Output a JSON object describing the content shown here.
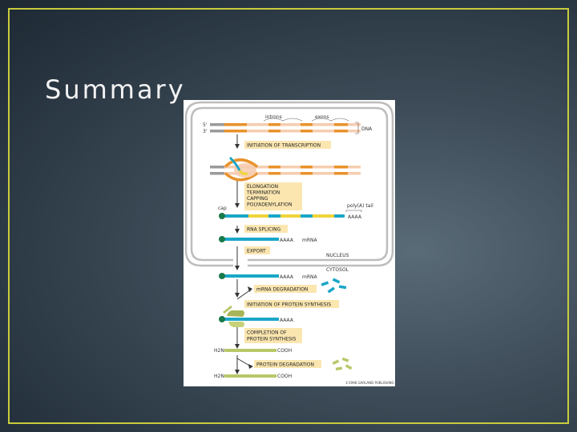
{
  "slide": {
    "title": "Summary",
    "accent_color": "#c8cc3c"
  },
  "figure": {
    "labels": {
      "introns": "introns",
      "exons": "exons",
      "five_prime": "5'",
      "three_prime": "3'",
      "dna": "DNA",
      "cap": "cap",
      "poly_a_tail": "poly(A) tail",
      "aaaa": "AAAA",
      "mrna": "mRNA",
      "nucleus": "NUCLEUS",
      "cytosol": "CYTOSOL",
      "h2n": "H2N",
      "cooh": "COOH",
      "copyright": "©1998 GARLAND PUBLISHING"
    },
    "steps": {
      "initiation_transcription": "INITIATION OF TRANSCRIPTION",
      "elongation": "ELONGATION",
      "termination": "TERMINATION",
      "capping": "CAPPING",
      "polyadenylation": "POLYADENYLATION",
      "rna_splicing": "RNA SPLICING",
      "export": "EXPORT",
      "mrna_degradation": "mRNA DEGRADATION",
      "initiation_protein_synthesis": "INITIATION OF PROTEIN SYNTHESIS",
      "completion_1": "COMPLETION OF",
      "completion_2": "PROTEIN SYNTHESIS",
      "protein_degradation": "PROTEIN DEGRADATION"
    },
    "colors": {
      "exon": "#e8922a",
      "intron": "#f6cdb0",
      "dna_end": "#9a9a9a",
      "mrna": "#1aa6c8",
      "mrna_yellow": "#f0d43a",
      "step_box": "#fbe6b0",
      "protein": "#b8c86a",
      "ribosome": "#a8b458",
      "membrane": "#bdbdbd"
    }
  }
}
